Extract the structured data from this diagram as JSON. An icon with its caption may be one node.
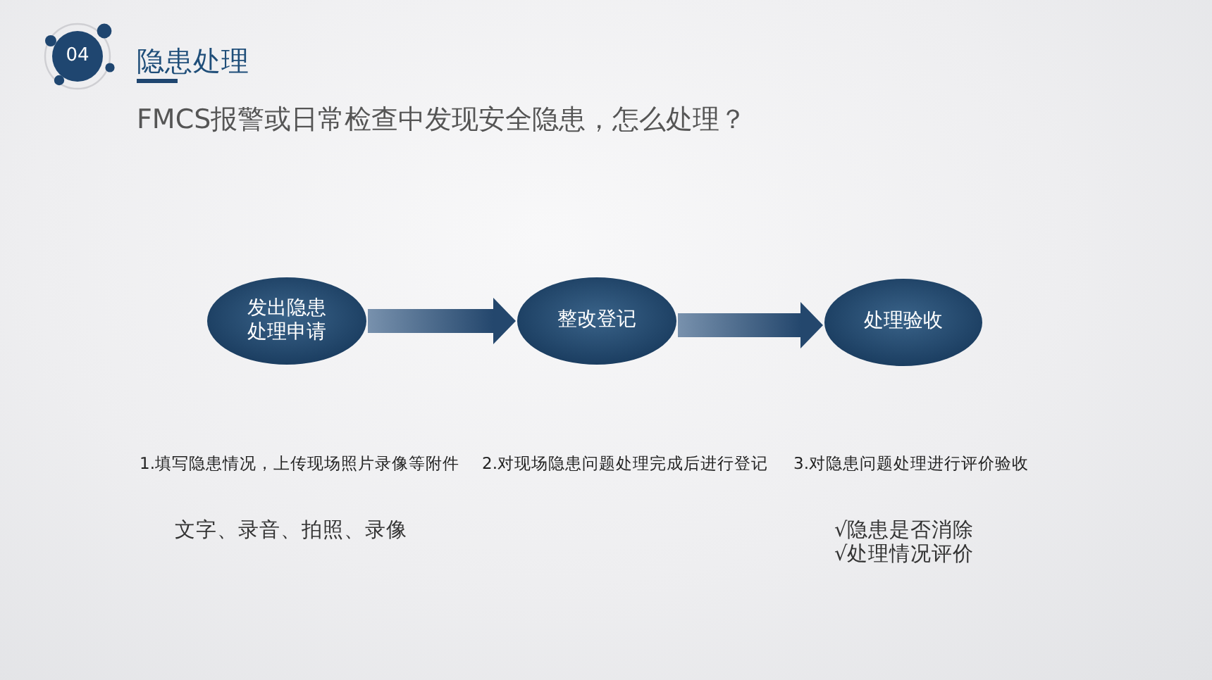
{
  "diagram": {
    "title": "隐患处理",
    "nodes": [
      {
        "text": [
          "04"
        ]
      },
      {
        "text": [
          "发出隐患处理申请"
        ]
      },
      {
        "text": [
          "整改登记"
        ]
      },
      {
        "text": [
          "处理验收"
        ]
      }
    ],
    "edges": [
      {
        "from": 1,
        "to": 2,
        "arrow": "to"
      },
      {
        "from": 2,
        "to": 3,
        "arrow": "to"
      }
    ],
    "labels": [
      "FMCS报警或日常检查中发现安全隐患，怎么处理？",
      "1.填写隐患情况，上传现场照片录像等附件",
      "2.对现场隐患问题处理完成后进行登记",
      "3.对隐患问题处理进行评价验收",
      "文字、录音、拍照、录像",
      "√隐患是否消除",
      "√处理情况评价"
    ]
  }
}
